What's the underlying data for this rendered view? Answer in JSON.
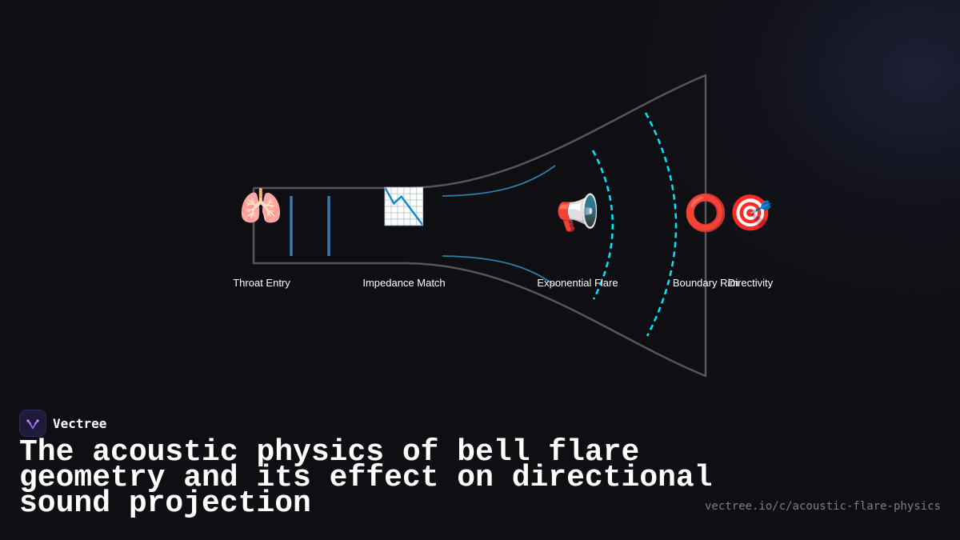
{
  "brand": {
    "name": "Vectree",
    "logo_icon": "vectree-logo-icon"
  },
  "title": "The acoustic physics of bell flare geometry and its effect on directional sound projection",
  "url": "vectree.io/c/acoustic-flare-physics",
  "colors": {
    "background": "#0f0f13",
    "horn_outline": "#55555b",
    "flow_lines": "#2a7fa8",
    "wavefronts": "#00e5ff",
    "throat_bars": "#3b78b8",
    "text": "#ffffff",
    "muted_text": "#7c7c84"
  },
  "stages": [
    {
      "id": "throat-entry",
      "label": "Throat Entry",
      "icon": "lungs-icon",
      "glyph": "🫁"
    },
    {
      "id": "impedance-match",
      "label": "Impedance Match",
      "icon": "chart-decreasing-icon",
      "glyph": "📉"
    },
    {
      "id": "exponential-flare",
      "label": "Exponential Flare",
      "icon": "megaphone-icon",
      "glyph": "📢"
    },
    {
      "id": "boundary-rim",
      "label": "Boundary Rim",
      "icon": "hollow-circle-icon",
      "glyph": "⭕"
    },
    {
      "id": "directivity",
      "label": "Directivity",
      "icon": "target-icon",
      "glyph": "🎯"
    }
  ]
}
